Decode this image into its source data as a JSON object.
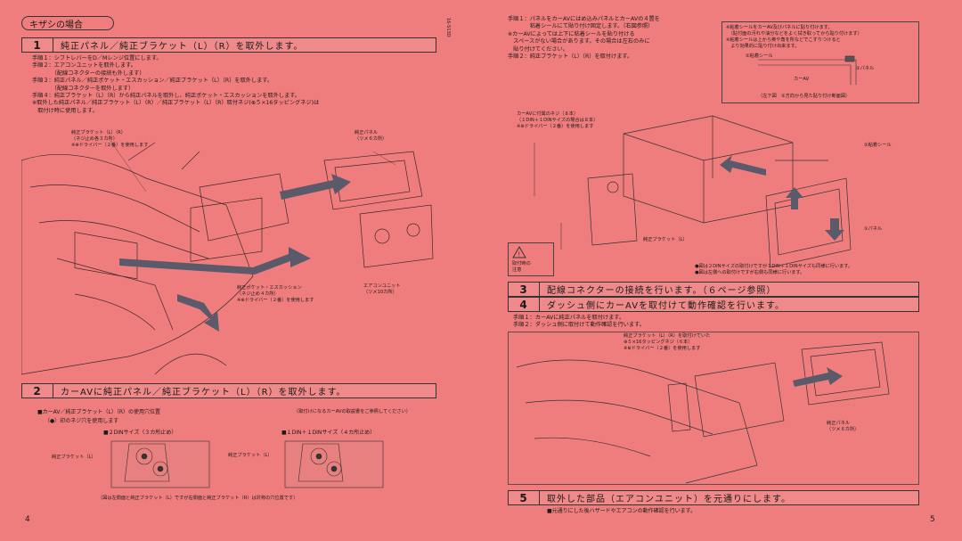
{
  "left": {
    "tag": "キザシの場合",
    "sec1": {
      "num": "1",
      "title": "純正パネル／純正ブラケット（L）（R）を取外します。"
    },
    "sec1_steps": [
      "手順１：シフトレバーをD／Mレンジ位置にします。",
      "手順２：エアコンユニットを取外します。",
      "　　　　（配線コネクターの接続も外します）",
      "手順３：純正パネル／純正ポケット・エスカッション／純正ブラケット（L）（R）を取外します。",
      "　　　　（配線コネクターを取外します）",
      "手順４：純正ブラケット（L）（R）から純正パネルを取外し、純正ポケット・エスカッションを取外します。",
      "※取外した純正パネル／純正ブラケット（L）（R）／純正ブラケット（L）（R）取付ネジ(⊕５×16タッピングネジ)は",
      "　取付け時に使用します。"
    ],
    "fig1_labels": {
      "bracket": [
        "純正ブラケット（L）（R）",
        "（ネジ止め各３カ所）",
        "※⊕ドライバー（２番）を使用します"
      ],
      "panel": [
        "純正パネル",
        "（ツメ６カ所）"
      ],
      "pocket": [
        "純正ポケット・エスカッション",
        "（ネジ止め４カ所）",
        "※⊕ドライバー（２番）を使用します"
      ],
      "aircon": [
        "エアコンユニット",
        "（ツメ10カ所）"
      ]
    },
    "sec2": {
      "num": "2",
      "title": "カーAVに純正パネル／純正ブラケット（L）（R）を取外します。"
    },
    "sec2_notes": {
      "position": "■カーAV／純正ブラケット（L）（R）の使用穴位置",
      "screw": "（●）印のネジ穴を使用します",
      "note_right": "（取付けになるカーAVの取説書をご参照してください）",
      "din2": "■２DINサイズ（３カ所止め）",
      "din1": "■１DIN＋１DINサイズ（４カ所止め）",
      "bracket_l": "純正ブラケット（L）",
      "caption": "（図は左側面と純正ブラケット（L）ですが右側面と純正ブラケット（R）は対称の穴位置です）"
    },
    "page_no": "4",
    "vertical": "16-S13D"
  },
  "right": {
    "steps_top": [
      "手順１：パネルをカーAVにはめ込みパネルとカーAVの４置を",
      "　　　　粘着シールにて貼り付け固定します。（右図参照）",
      "※カーAVによっては上下に粘着シールを貼り付ける",
      "　スペースがない場合があります。その場合は左右のみに",
      "　貼り付けてください。",
      "手順２：純正ブラケット（L）（R）を取付けます。"
    ],
    "seal_note": [
      "※粘着シールをカーAV及びパネルに貼り付けます。",
      "　（貼付面の汚れや油分などをよく拭き取ってから貼り付けます）",
      "※粘着シールは上から奥や角を所などでこすりつけると",
      "　より効果的に貼り付け出来ます。"
    ],
    "seal_fig": {
      "seal": "②粘着シール",
      "panel": "①パネル",
      "carav": "カーAV",
      "caption": "（左下図　①方向から見た貼り付け断面図）"
    },
    "screw_note": [
      "カーAVに付属のネジ（８本）",
      "（１DIN＋１DINサイズの場合は８本）",
      "※⊕ドライバー（２番）を使用します"
    ],
    "fig_labels": {
      "seal2": "②粘着シール",
      "panel1": "①パネル",
      "bracket": "純正ブラケット（L）"
    },
    "warn_text": [
      "取付時の",
      "注意"
    ],
    "fig_notes": [
      "●図は２DINサイズの取付けですが１DIN＋１DINサイズも同様に行います。",
      "●図は左側への取付けですが右側も同様に行います。"
    ],
    "sec3": {
      "num": "3",
      "title": "配線コネクターの接続を行います。（６ページ参照）"
    },
    "sec4": {
      "num": "4",
      "title": "ダッシュ側にカーAVを取付けて動作確認を行います。"
    },
    "sec4_steps": [
      "手順１：カーAVに純正パネルを取付けます。",
      "手順２：ダッシュ側に取付けて動作確認を行います。"
    ],
    "fig4_labels": {
      "bracket": [
        "純正ブラケット（L）（R）を取付けていた",
        "⊕５×16タッピングネジ（６本）",
        "※⊕ドライバー（２番）を使用します"
      ],
      "panel": [
        "純正パネル",
        "（ツメ６カ所）"
      ]
    },
    "sec5": {
      "num": "5",
      "title": "取外した部品（エアコンユニット）を元通りにします。"
    },
    "sec5_note": "■元通りにした後ハザードやエアコンの動作確認を行います。",
    "page_no": "5"
  }
}
